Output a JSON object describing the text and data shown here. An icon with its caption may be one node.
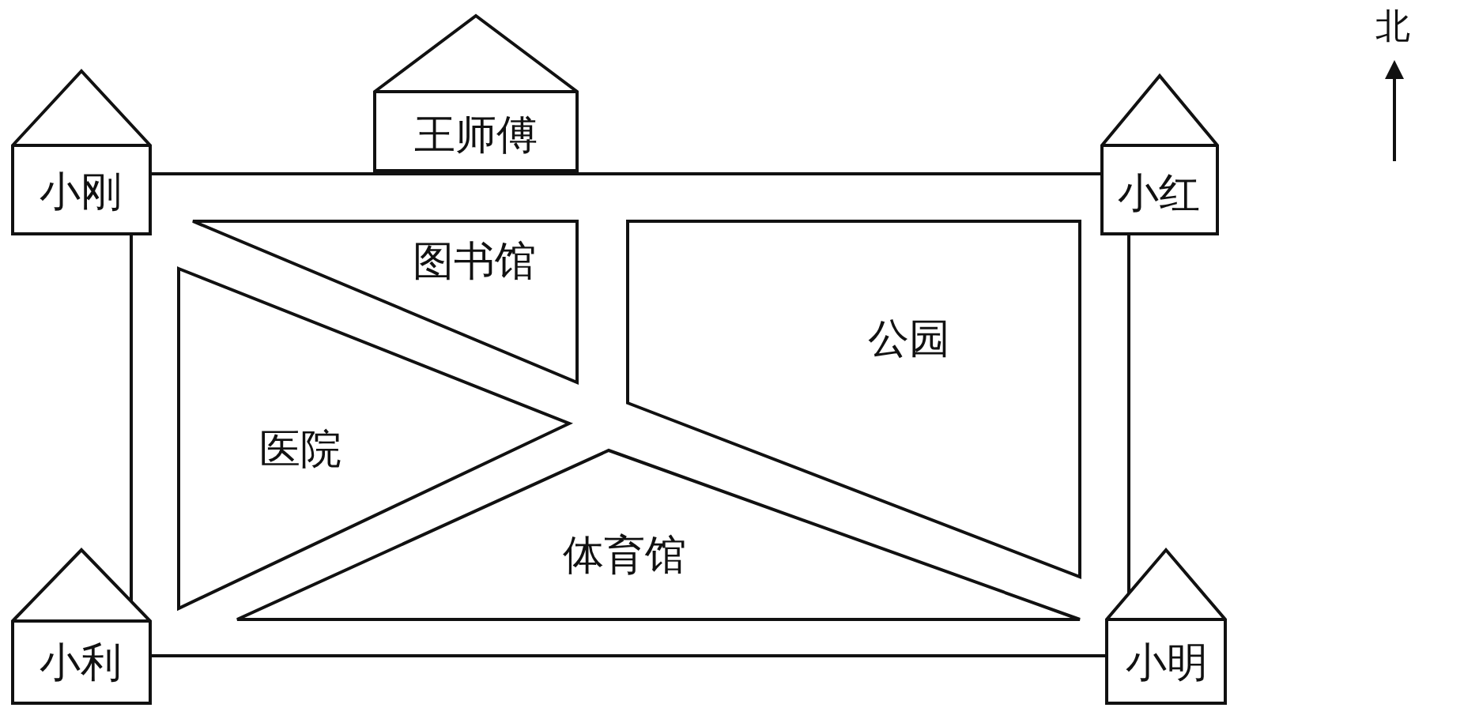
{
  "diagram": {
    "nodes": [
      {
        "text": [
          "王师傅"
        ]
      },
      {
        "text": [
          "小刚"
        ]
      },
      {
        "text": [
          "小红"
        ]
      },
      {
        "text": [
          "图书馆"
        ]
      },
      {
        "text": [
          "公园"
        ]
      },
      {
        "text": [
          "医院"
        ]
      },
      {
        "text": [
          "体育馆"
        ]
      },
      {
        "text": [
          "小利"
        ]
      },
      {
        "text": [
          "小明"
        ]
      }
    ],
    "labels": [
      "北"
    ]
  }
}
